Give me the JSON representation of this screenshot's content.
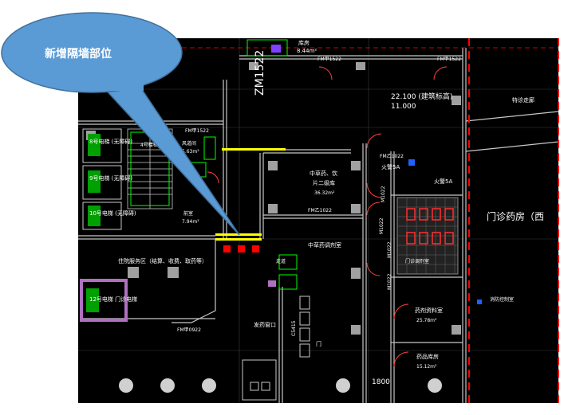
{
  "callout": {
    "text": "新增隔墙部位",
    "fill": "#5b9bd5",
    "stroke": "#41719c"
  },
  "colors": {
    "background": "#000000",
    "wall": "#c8c8c8",
    "fire_line": "#ff0000",
    "highlight_yellow": "#ffff00",
    "equipment_green": "#00ff00",
    "door_arc": "#ff4040",
    "purple": "#b070c0",
    "cyan": "#00ffff"
  },
  "labels": {
    "zm": "ZM1522",
    "elev_a": "22.100 (建筑标高)",
    "elev_b": "11.000",
    "fm_top1": "FM甲1522",
    "fm_top2": "FM甲1522",
    "room_top": "库房",
    "room_top_area": "8.44m²",
    "right_room": "特诊走廊",
    "pharmacy": "门诊药房（西",
    "clinic_a": "中草药、饮",
    "clinic_a2": "片二级库",
    "clinic_a_area": "36.32m²",
    "clinic_b": "中草药调剂室",
    "fm_mid": "FM乙1022",
    "corridor": "走道",
    "inpatient_hall": "住院服务区（结算、收费、取药等）",
    "stair_room": "4号楼梯",
    "drain_room": "前室",
    "drain_area": "7.94m²",
    "fm_stair": "FM甲1522",
    "lift_1": "8号电梯 (无障碍)",
    "lift_2": "9号电梯 (无障碍)",
    "lift_3": "10号电梯 (无障碍)",
    "lift_4": "12号电梯 门诊电梯",
    "pipe_room": "风道间",
    "pipe_area": "5.63m²",
    "fm_bottom": "FM甲0922",
    "fire_5a": "火警5A",
    "fire_5a_2": "火警5A",
    "dispense": "门诊调剂室",
    "record": "药剂资料室",
    "record_area": "25.78m²",
    "drug_store": "药品库房",
    "drug_area": "15.12m²",
    "m1022_a": "M1022",
    "m1022_b": "M1022",
    "m1022_c": "M1022",
    "m1022_d": "M1022",
    "fm1022": "FM乙1022",
    "dimension": "1800",
    "c5415": "C5415",
    "service_window": "发药窗口",
    "cyan_label": "消防控制室",
    "gate": "门"
  }
}
